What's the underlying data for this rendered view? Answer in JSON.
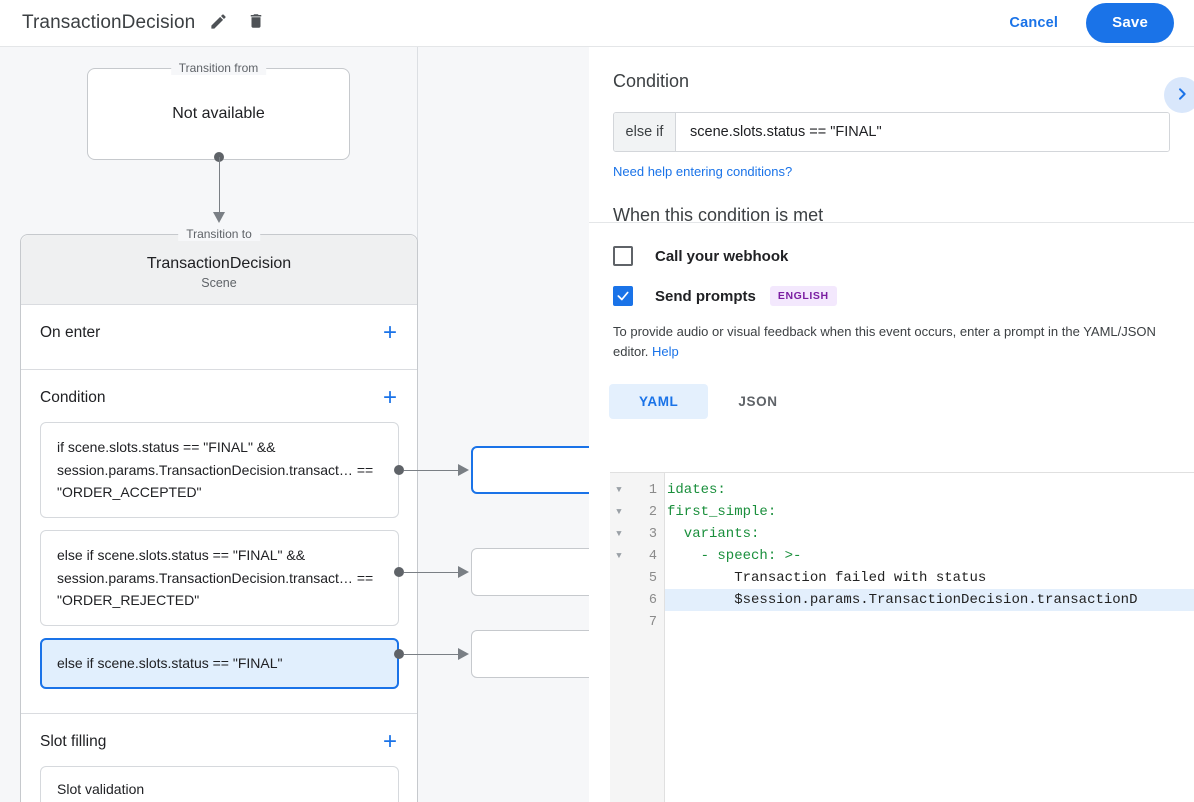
{
  "header": {
    "title": "TransactionDecision",
    "edit_icon": "pencil-icon",
    "delete_icon": "trash-icon",
    "cancel_label": "Cancel",
    "save_label": "Save"
  },
  "graph": {
    "transition_from": {
      "legend": "Transition from",
      "body": "Not available"
    },
    "transition_to": {
      "legend": "Transition to",
      "name": "TransactionDecision",
      "subtitle": "Scene"
    },
    "sections": [
      {
        "title": "On enter",
        "add_label": "+",
        "items": []
      },
      {
        "title": "Condition",
        "add_label": "+",
        "items": [
          {
            "text": "if scene.slots.status == \"FINAL\" && session.params.TransactionDecision.transact… == \"ORDER_ACCEPTED\"",
            "selected": false
          },
          {
            "text": "else if scene.slots.status == \"FINAL\" && session.params.TransactionDecision.transact… == \"ORDER_REJECTED\"",
            "selected": false
          },
          {
            "text": "else if scene.slots.status == \"FINAL\"",
            "selected": true
          }
        ]
      },
      {
        "title": "Slot filling",
        "add_label": "+",
        "items": [
          {
            "text": "Slot validation",
            "selected": false
          }
        ]
      }
    ]
  },
  "detail": {
    "condition_heading": "Condition",
    "collapse_icon": "chevron-right-icon",
    "condition_prefix": "else if",
    "condition_value": "scene.slots.status == \"FINAL\"",
    "help_link": "Need help entering conditions?",
    "when_heading": "When this condition is met",
    "webhook": {
      "label": "Call your webhook",
      "checked": false
    },
    "prompts": {
      "label": "Send prompts",
      "checked": true,
      "badge": "ENGLISH"
    },
    "description": "To provide audio or visual feedback when this event occurs, enter a prompt in the YAML/JSON editor.",
    "description_link": "Help",
    "tabs": [
      {
        "label": "YAML",
        "active": true
      },
      {
        "label": "JSON",
        "active": false
      }
    ],
    "editor": {
      "lines": [
        {
          "num": "1",
          "fold": true,
          "highlight": false,
          "segments": [
            {
              "cls": "k",
              "text": "idates:"
            }
          ]
        },
        {
          "num": "2",
          "fold": true,
          "highlight": false,
          "segments": [
            {
              "cls": "k",
              "text": "first_simple:"
            }
          ]
        },
        {
          "num": "3",
          "fold": true,
          "highlight": false,
          "segments": [
            {
              "cls": "k",
              "text": "  variants:"
            }
          ]
        },
        {
          "num": "4",
          "fold": true,
          "highlight": false,
          "segments": [
            {
              "cls": "k",
              "text": "    - speech: >-"
            }
          ]
        },
        {
          "num": "5",
          "fold": false,
          "highlight": false,
          "segments": [
            {
              "cls": "t",
              "text": "        Transaction failed with status"
            }
          ]
        },
        {
          "num": "6",
          "fold": false,
          "highlight": true,
          "segments": [
            {
              "cls": "t",
              "text": "        $session.params.TransactionDecision.transactionD"
            }
          ]
        },
        {
          "num": "7",
          "fold": false,
          "highlight": false,
          "segments": [
            {
              "cls": "t",
              "text": ""
            }
          ]
        }
      ]
    }
  },
  "colors": {
    "accent": "#1a73e8",
    "selected_card_bg": "#e1effd",
    "badge_bg": "#f3e8fd",
    "badge_fg": "#7b1fa2",
    "yaml_key": "#1a8f3c"
  }
}
